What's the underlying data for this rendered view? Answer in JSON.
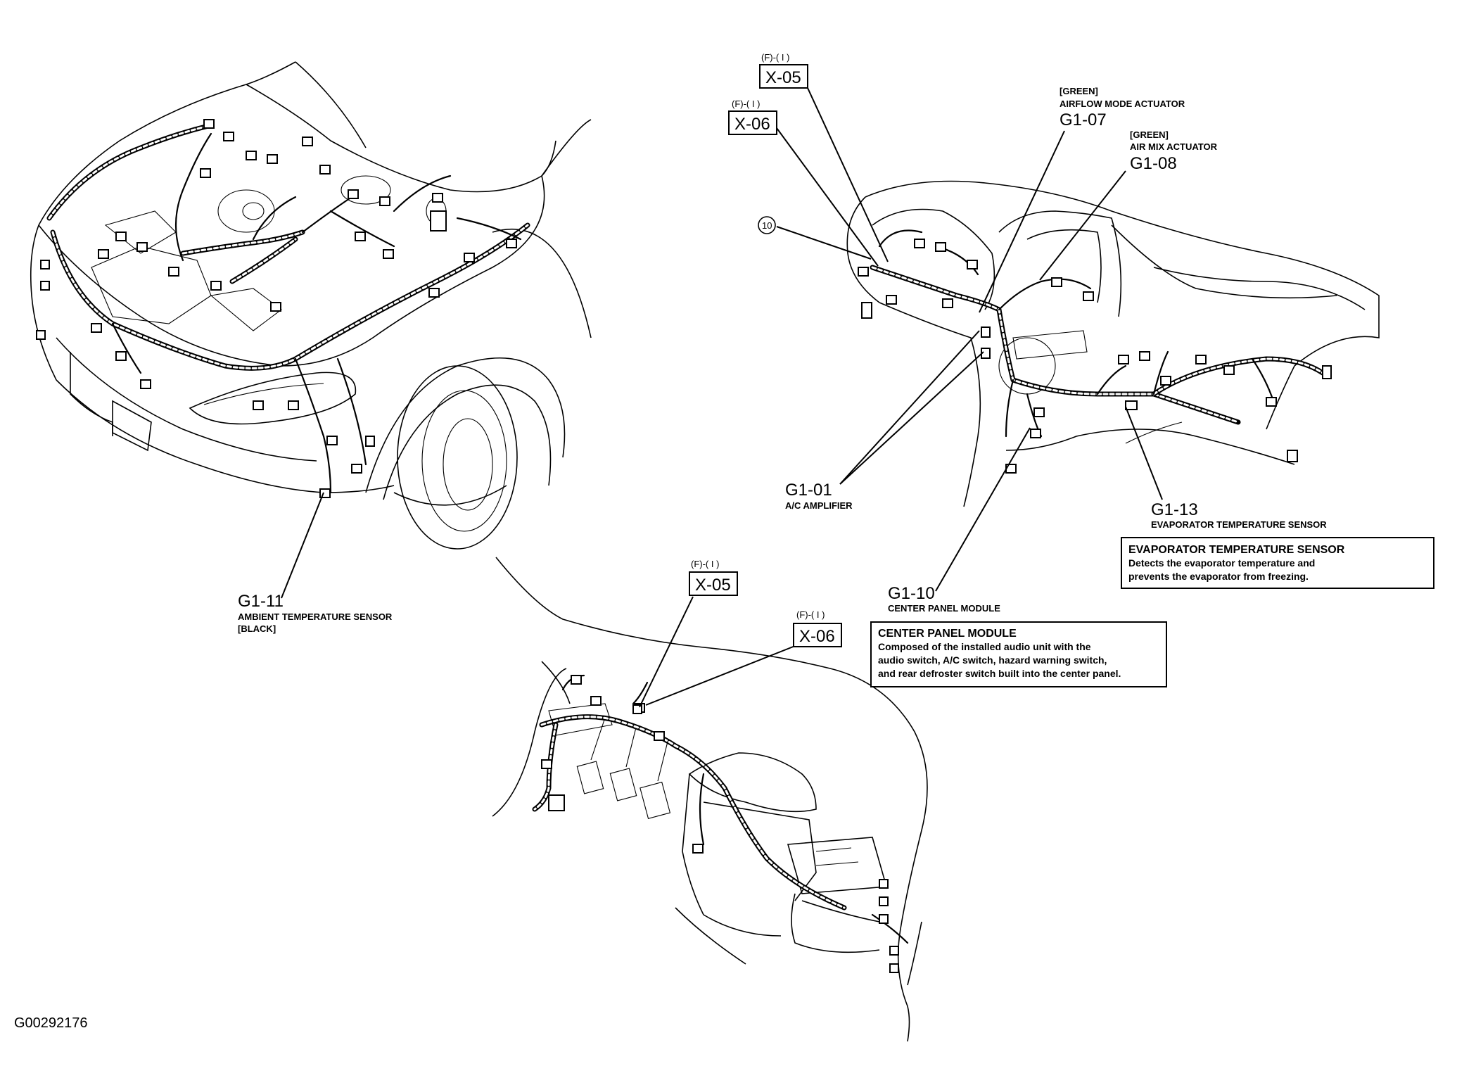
{
  "figure_id": "G00292176",
  "labels": {
    "x05_top": {
      "code": "X-05",
      "ref": "(F)-( I )"
    },
    "x06_top": {
      "code": "X-06",
      "ref": "(F)-( I )"
    },
    "x05_bottom": {
      "code": "X-05",
      "ref": "(F)-( I )"
    },
    "x06_bottom": {
      "code": "X-06",
      "ref": "(F)-( I )"
    },
    "g1_07": {
      "color": "[GREEN]",
      "name": "AIRFLOW MODE ACTUATOR",
      "code": "G1-07"
    },
    "g1_08": {
      "color": "[GREEN]",
      "name": "AIR MIX ACTUATOR",
      "code": "G1-08"
    },
    "ref_10": "10",
    "g1_01": {
      "code": "G1-01",
      "name": "A/C AMPLIFIER"
    },
    "g1_13": {
      "code": "G1-13",
      "name": "EVAPORATOR TEMPERATURE SENSOR"
    },
    "g1_10": {
      "code": "G1-10",
      "name": "CENTER PANEL MODULE"
    },
    "g1_11": {
      "code": "G1-11",
      "name": "AMBIENT TEMPERATURE SENSOR",
      "color": "[BLACK]"
    }
  },
  "notes": {
    "evaporator": {
      "title": "EVAPORATOR TEMPERATURE SENSOR",
      "lines": [
        "Detects the evaporator temperature and",
        "prevents the evaporator from freezing."
      ]
    },
    "center_panel": {
      "title": "CENTER PANEL MODULE",
      "lines": [
        "Composed of the installed audio unit with the",
        "audio switch, A/C switch, hazard warning switch,",
        "and rear defroster switch built into the center panel."
      ]
    }
  }
}
